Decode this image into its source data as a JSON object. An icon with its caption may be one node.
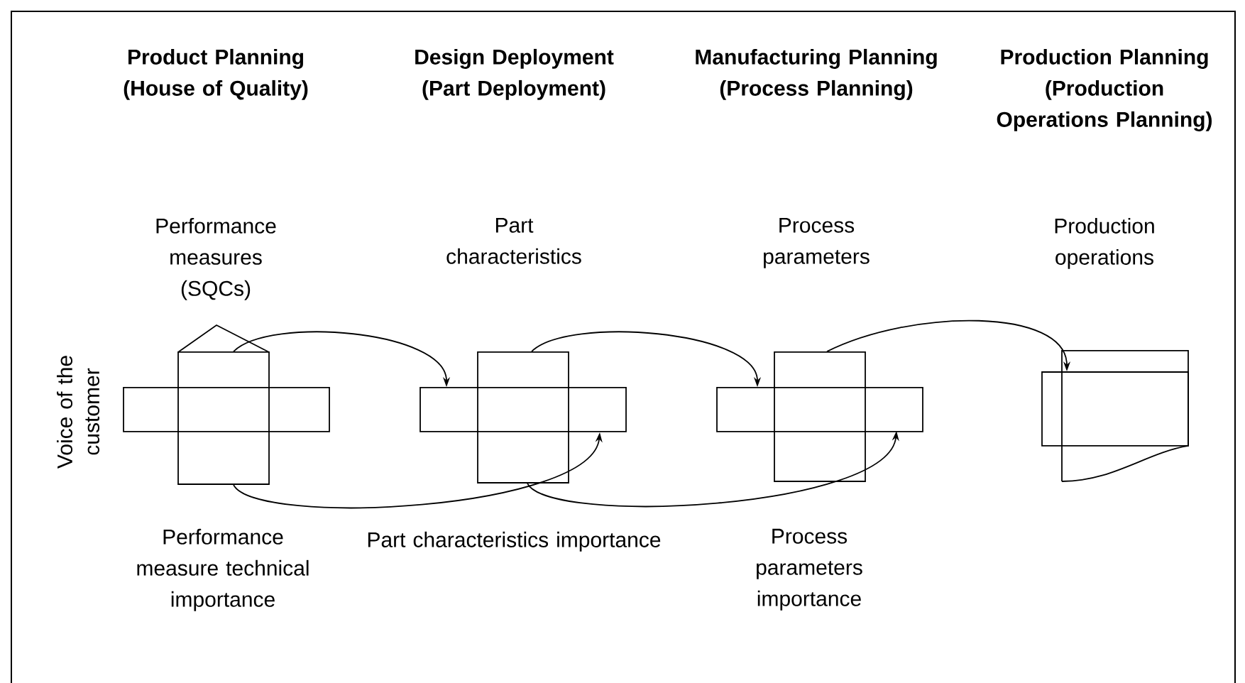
{
  "diagram": {
    "nodes": [
      {
        "text": [],
        "shape": "house"
      },
      {
        "text": [],
        "shape": "cross"
      },
      {
        "text": [],
        "shape": "cross"
      },
      {
        "text": [],
        "shape": "document"
      }
    ],
    "edges": [
      {
        "from": 0,
        "to": 1,
        "arrow": "to"
      },
      {
        "from": 1,
        "to": 2,
        "arrow": "to"
      },
      {
        "from": 2,
        "to": 3,
        "arrow": "to"
      },
      {
        "from": 0,
        "to": 1,
        "arrow": "to"
      },
      {
        "from": 1,
        "to": 2,
        "arrow": "to"
      }
    ],
    "labels": [
      "Product Planning (House of Quality)",
      "Design Deployment (Part Deployment)",
      "Manufacturing Planning (Process Planning)",
      "Production Planning (Production Operations Planning)",
      "Performance measures (SQCs)",
      "Part characteristics",
      "Process parameters",
      "Production operations",
      "Voice of the customer",
      "Performance measure technical importance",
      "Part characteristics importance",
      "Process parameters importance"
    ]
  }
}
